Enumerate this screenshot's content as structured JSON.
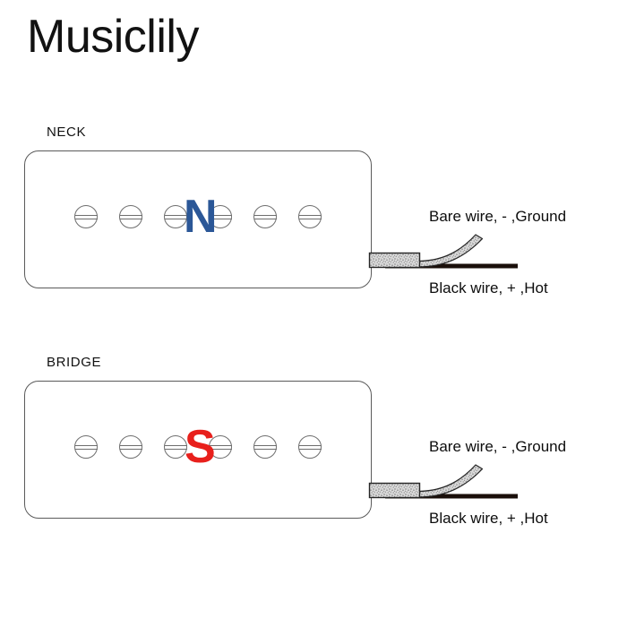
{
  "brand": {
    "title": "Musiclily"
  },
  "colors": {
    "north_letter": "#2B5797",
    "south_letter": "#E8201C",
    "body_outline": "#5a5a5a",
    "pole_outline": "#6e6e6e",
    "black_wire": "#1a0f0a",
    "bare_wire_fill": "#cfcfcf",
    "text": "#0d0d0d",
    "background": "#ffffff"
  },
  "diagram": {
    "type": "pickup-wiring-diagram",
    "pole_piece_count": 6,
    "sections": [
      {
        "id": "neck",
        "label": "NECK",
        "polarity_letter": "N",
        "polarity_color": "#2B5797",
        "wires": {
          "bare": "Bare wire, - ,Ground",
          "black": "Black wire, + ,Hot"
        }
      },
      {
        "id": "bridge",
        "label": "BRIDGE",
        "polarity_letter": "S",
        "polarity_color": "#E8201C",
        "wires": {
          "bare": "Bare wire, - ,Ground",
          "black": "Black wire, + ,Hot"
        }
      }
    ]
  }
}
